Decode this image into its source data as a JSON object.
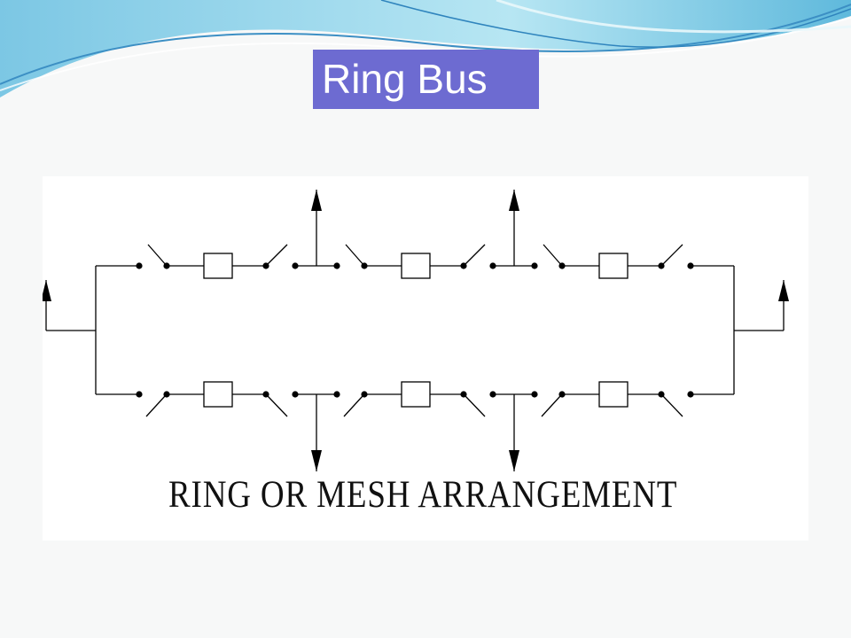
{
  "slide": {
    "title": "Ring Bus",
    "caption": "RING OR MESH ARRANGEMENT"
  },
  "colors": {
    "title_background": "#6d6bd1",
    "title_text": "#ffffff",
    "line": "#000000",
    "wave_light": "#a8dcef",
    "wave_dark": "#3c8fc4"
  },
  "diagram": {
    "components": "switches, circuit breakers (squares), arrows for feeders",
    "top_branch_breakers": 3,
    "bottom_branch_breakers": 3,
    "outgoing_arrows_up": 2,
    "outgoing_arrows_down": 2,
    "side_arrows": 2
  }
}
